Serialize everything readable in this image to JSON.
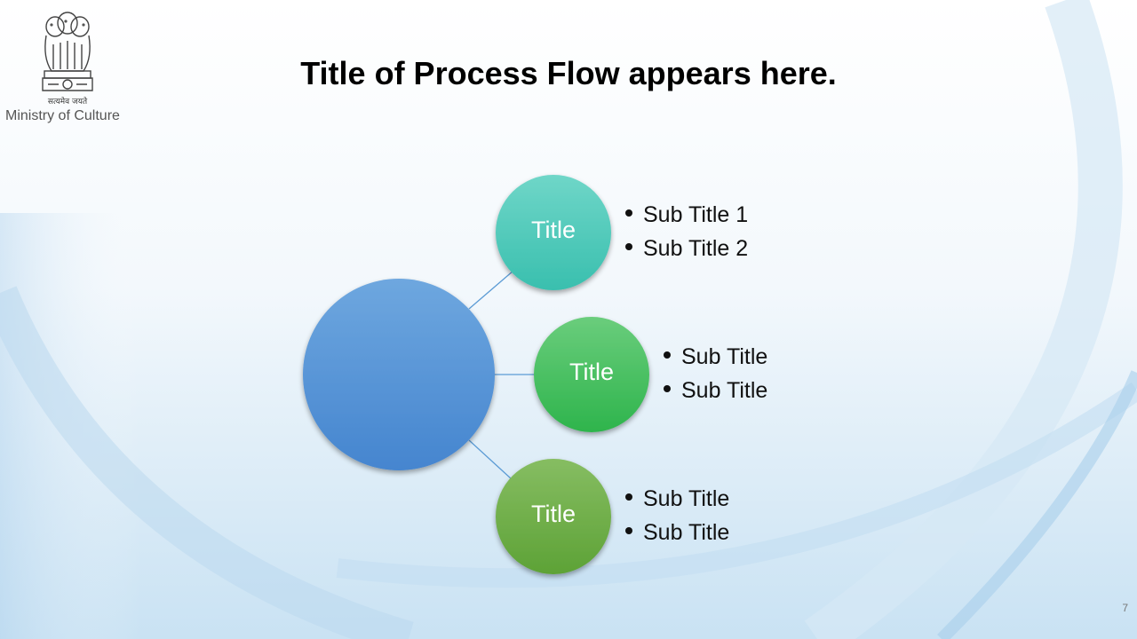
{
  "header": {
    "title": "Title of Process Flow appears here.",
    "ministry": "Ministry of Culture",
    "emblem_motto": "सत्यमेव जयते"
  },
  "diagram": {
    "center": {
      "color": "#5a9ade"
    },
    "nodes": [
      {
        "label": "Title",
        "color_top": "#6fd6c8",
        "color_bottom": "#39bfae",
        "bullets": [
          "Sub Title 1",
          "Sub Title 2"
        ]
      },
      {
        "label": "Title",
        "color_top": "#6acd7c",
        "color_bottom": "#2eb44c",
        "bullets": [
          "Sub Title",
          "Sub Title"
        ]
      },
      {
        "label": "Title",
        "color_top": "#86bd62",
        "color_bottom": "#5da236",
        "bullets": [
          "Sub Title",
          "Sub Title"
        ]
      }
    ]
  },
  "footer": {
    "page_number": "7"
  },
  "theme": {
    "connector_color": "#5b9bd5",
    "background_accent": "#b8d8f0"
  }
}
